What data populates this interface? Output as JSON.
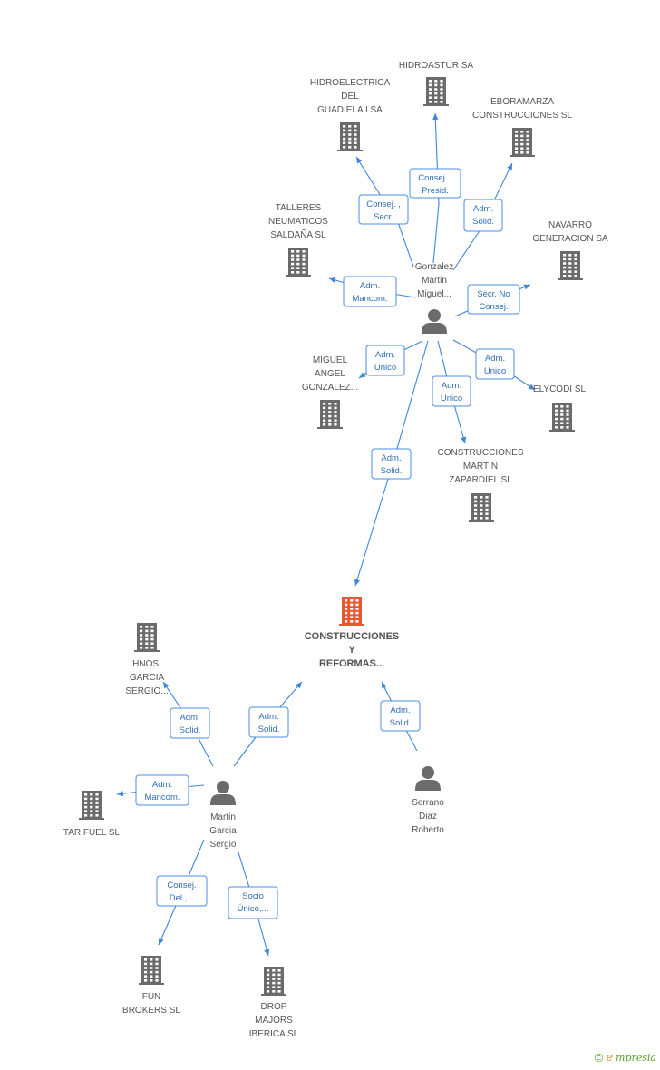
{
  "colors": {
    "edge": "#3f85da",
    "company": "#6b6b6b",
    "focus_company": "#e8572f",
    "person": "#6b6b6b",
    "label": "#555555",
    "relation_text": "#2f6fb5"
  },
  "nodes": [
    {
      "id": "hidroastur",
      "type": "company",
      "lines": [
        "HIDROASTUR SA"
      ]
    },
    {
      "id": "hidroelectrica",
      "type": "company",
      "lines": [
        "HIDROELECTRICA",
        "DEL",
        "GUADIELA I SA"
      ]
    },
    {
      "id": "eboramarza",
      "type": "company",
      "lines": [
        "EBORAMARZA",
        "CONSTRUCCIONES SL"
      ]
    },
    {
      "id": "talleres",
      "type": "company",
      "lines": [
        "TALLERES",
        "NEUMATICOS",
        "SALDAÑA  SL"
      ]
    },
    {
      "id": "navarro",
      "type": "company",
      "lines": [
        "NAVARRO",
        "GENERACION SA"
      ]
    },
    {
      "id": "gonzalez",
      "type": "person",
      "lines": [
        "Gonzalez",
        "Martin",
        "Miguel..."
      ]
    },
    {
      "id": "miguel",
      "type": "company",
      "lines": [
        "MIGUEL",
        "ANGEL",
        "GONZALEZ..."
      ]
    },
    {
      "id": "elycodi",
      "type": "company",
      "lines": [
        "ELYCODI SL"
      ]
    },
    {
      "id": "martin_zapardiel",
      "type": "company",
      "lines": [
        "CONSTRUCCIONES",
        "MARTIN",
        "ZAPARDIEL SL"
      ]
    },
    {
      "id": "focus",
      "type": "focus",
      "lines": [
        "CONSTRUCCIONES",
        "Y",
        "REFORMAS..."
      ]
    },
    {
      "id": "hnos",
      "type": "company",
      "lines": [
        "HNOS.",
        "GARCIA",
        "SERGIO..."
      ]
    },
    {
      "id": "tarifuel",
      "type": "company",
      "lines": [
        "TARIFUEL  SL"
      ]
    },
    {
      "id": "martin_garcia",
      "type": "person",
      "lines": [
        "Martin",
        "Garcia",
        "Sergio"
      ]
    },
    {
      "id": "serrano",
      "type": "person",
      "lines": [
        "Serrano",
        "Diaz",
        "Roberto"
      ]
    },
    {
      "id": "fun",
      "type": "company",
      "lines": [
        "FUN",
        "BROKERS SL"
      ]
    },
    {
      "id": "drop",
      "type": "company",
      "lines": [
        "DROP",
        "MAJORS",
        "IBERICA  SL"
      ]
    }
  ],
  "relations": [
    {
      "from": "gonzalez",
      "to": "hidroastur",
      "lines": [
        "Consej. ,",
        "Presid."
      ]
    },
    {
      "from": "gonzalez",
      "to": "hidroelectrica",
      "lines": [
        "Consej. ,",
        "Secr."
      ]
    },
    {
      "from": "gonzalez",
      "to": "eboramarza",
      "lines": [
        "Adm.",
        "Solid."
      ]
    },
    {
      "from": "gonzalez",
      "to": "talleres",
      "lines": [
        "Adm.",
        "Mancom."
      ]
    },
    {
      "from": "gonzalez",
      "to": "navarro",
      "lines": [
        "Secr.  No",
        "Consej."
      ]
    },
    {
      "from": "gonzalez",
      "to": "miguel",
      "lines": [
        "Adm.",
        "Unico"
      ]
    },
    {
      "from": "gonzalez",
      "to": "elycodi",
      "lines": [
        "Adm.",
        "Unico"
      ]
    },
    {
      "from": "gonzalez",
      "to": "martin_zapardiel",
      "lines": [
        "Adm.",
        "Unico"
      ]
    },
    {
      "from": "gonzalez",
      "to": "focus",
      "lines": [
        "Adm.",
        "Solid."
      ]
    },
    {
      "from": "martin_garcia",
      "to": "hnos",
      "lines": [
        "Adm.",
        "Solid."
      ]
    },
    {
      "from": "martin_garcia",
      "to": "focus",
      "lines": [
        "Adm.",
        "Solid."
      ]
    },
    {
      "from": "martin_garcia",
      "to": "tarifuel",
      "lines": [
        "Adm.",
        "Mancom."
      ]
    },
    {
      "from": "martin_garcia",
      "to": "fun",
      "lines": [
        "Consej.",
        "Del.,..."
      ]
    },
    {
      "from": "martin_garcia",
      "to": "drop",
      "lines": [
        "Socio",
        "Único,..."
      ]
    },
    {
      "from": "serrano",
      "to": "focus",
      "lines": [
        "Adm.",
        "Solid."
      ]
    }
  ],
  "footer": {
    "copyright_symbol": "©",
    "brand_initial": "e",
    "brand_rest": "mpresia"
  }
}
